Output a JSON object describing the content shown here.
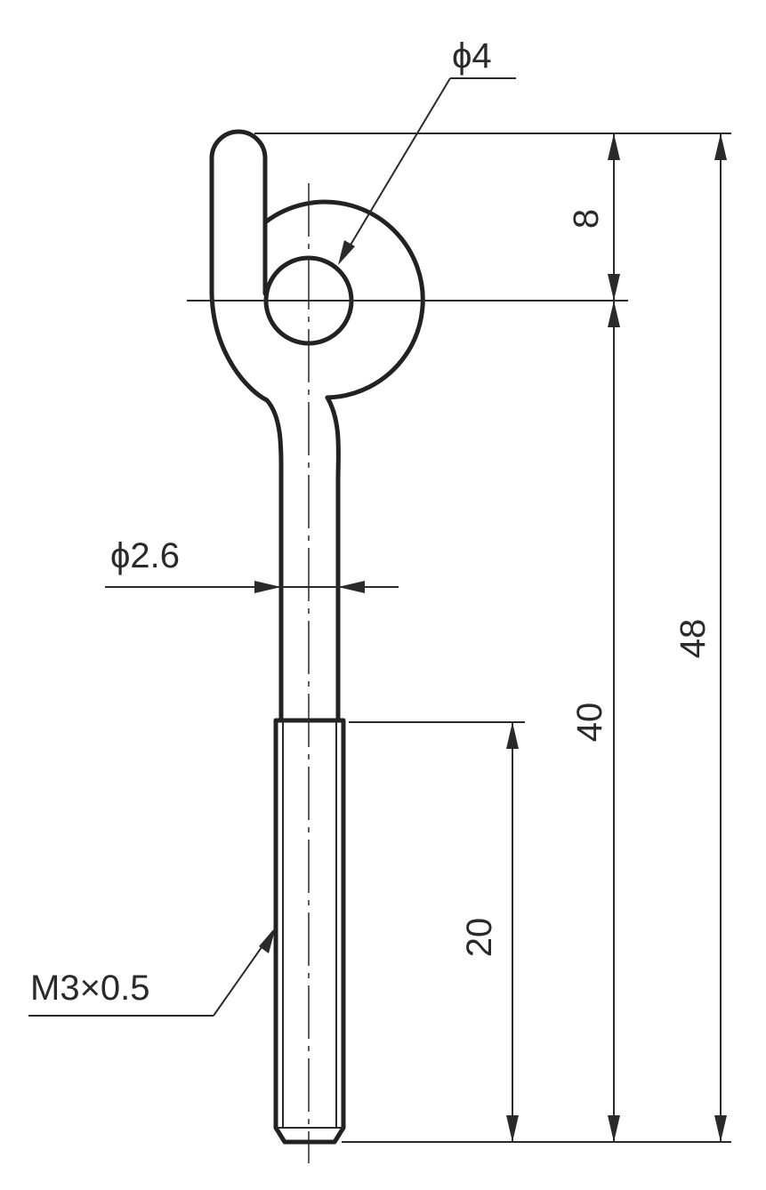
{
  "dimensions": {
    "hole_diameter": "ϕ4",
    "rod_diameter": "ϕ2.6",
    "thread_spec": "M3×0.5",
    "eye_offset": "8",
    "shank_length": "40",
    "thread_length": "20",
    "overall_length": "48"
  }
}
